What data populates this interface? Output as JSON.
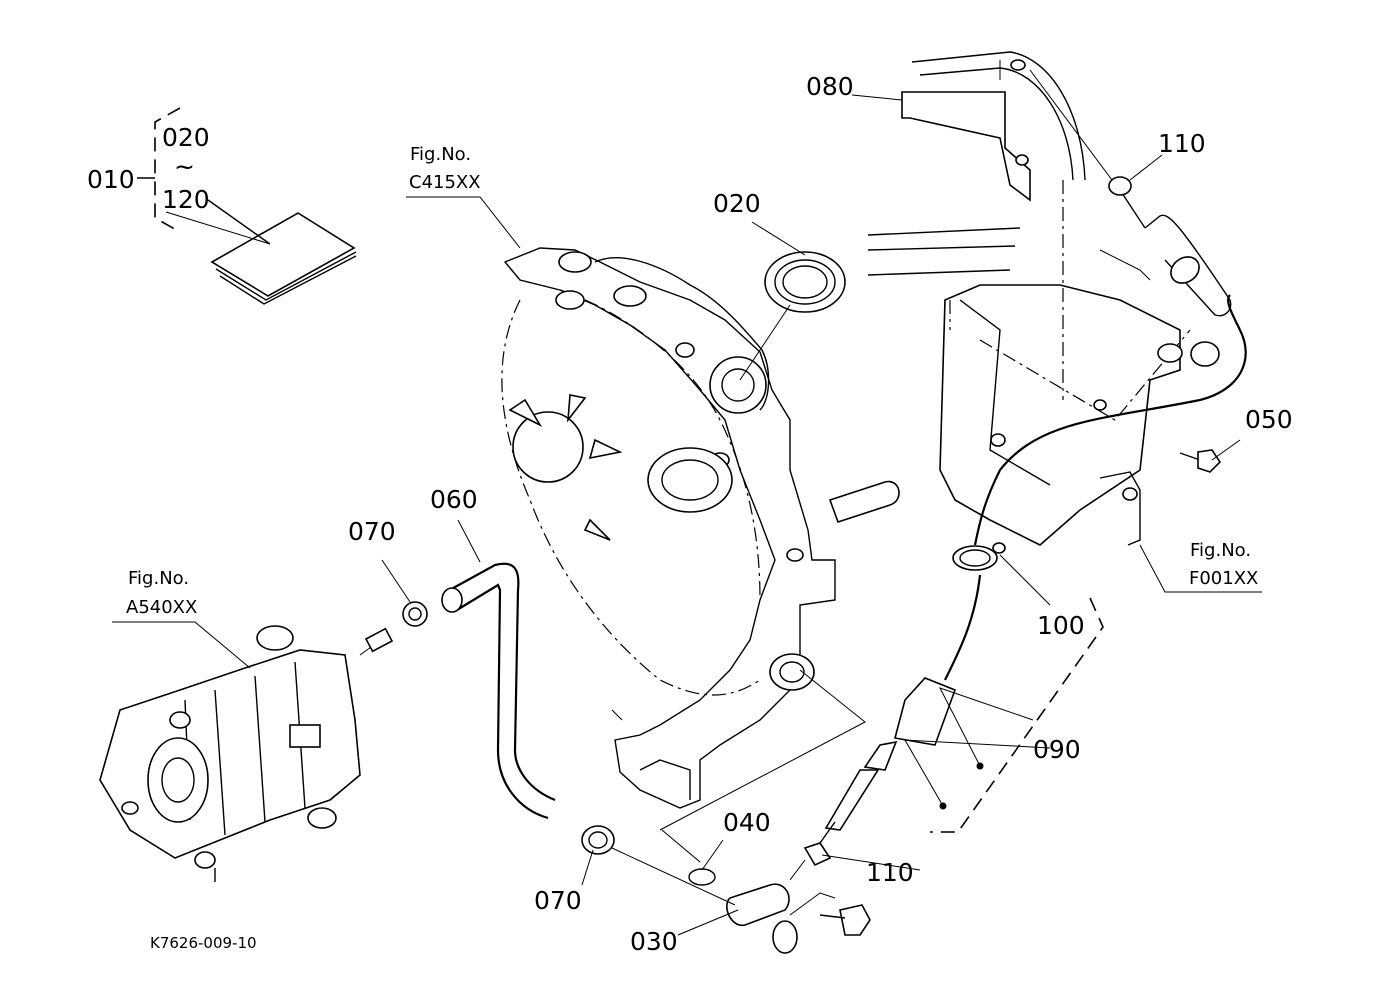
{
  "document_id": "K7626-009-10",
  "callouts": {
    "c010": "010",
    "c020_top": "020",
    "c_tilde": "~",
    "c120": "120",
    "c020": "020",
    "c030": "030",
    "c040": "040",
    "c050": "050",
    "c060": "060",
    "c070_upper": "070",
    "c070_lower": "070",
    "c080": "080",
    "c090": "090",
    "c100": "100",
    "c110_upper": "110",
    "c110_lower": "110"
  },
  "fig_refs": {
    "c415": {
      "label": "Fig.No.",
      "code": "C415XX"
    },
    "a540": {
      "label": "Fig.No.",
      "code": "A540XX"
    },
    "f001": {
      "label": "Fig.No.",
      "code": "F001XX"
    }
  }
}
